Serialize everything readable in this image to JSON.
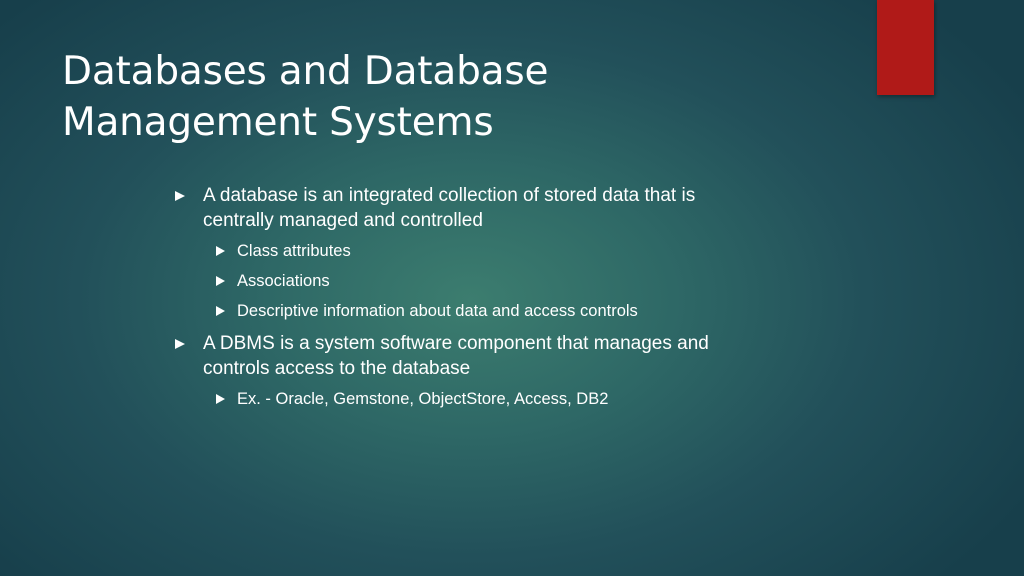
{
  "slide": {
    "title_lines": [
      "Databases and Database",
      "Management Systems"
    ],
    "accent_color": "#b01a18",
    "bullets": [
      {
        "text_lines": [
          "A database is an integrated collection of stored data that is",
          "centrally managed and controlled"
        ],
        "sub_bullets": [
          "Class attributes",
          "Associations",
          "Descriptive information about data and access controls"
        ]
      },
      {
        "text_lines": [
          "A DBMS is a system software component that manages and",
          "controls access to the database"
        ],
        "sub_bullets": [
          "Ex. - Oracle, Gemstone, ObjectStore, Access, DB2"
        ]
      }
    ]
  }
}
